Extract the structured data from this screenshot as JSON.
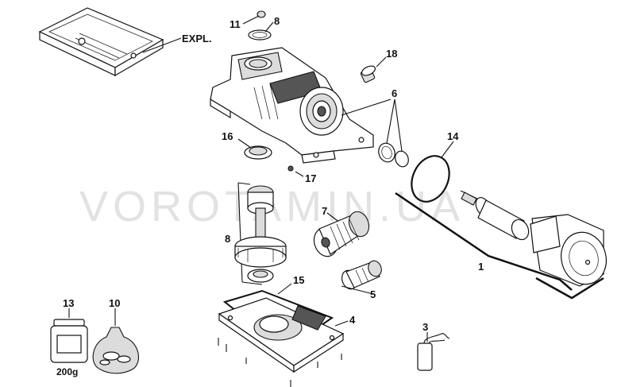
{
  "watermark": "VOROTAMIN.UA",
  "labels": {
    "expl": "EXPL.",
    "p11": "11",
    "p8_top": "8",
    "p18": "18",
    "p6": "6",
    "p14": "14",
    "p16": "16",
    "p17": "17",
    "p7": "7",
    "p8_left": "8",
    "p1": "1",
    "p15": "15",
    "p5": "5",
    "p13": "13",
    "p10": "10",
    "p4": "4",
    "p3": "3",
    "jar_weight": "200g"
  }
}
